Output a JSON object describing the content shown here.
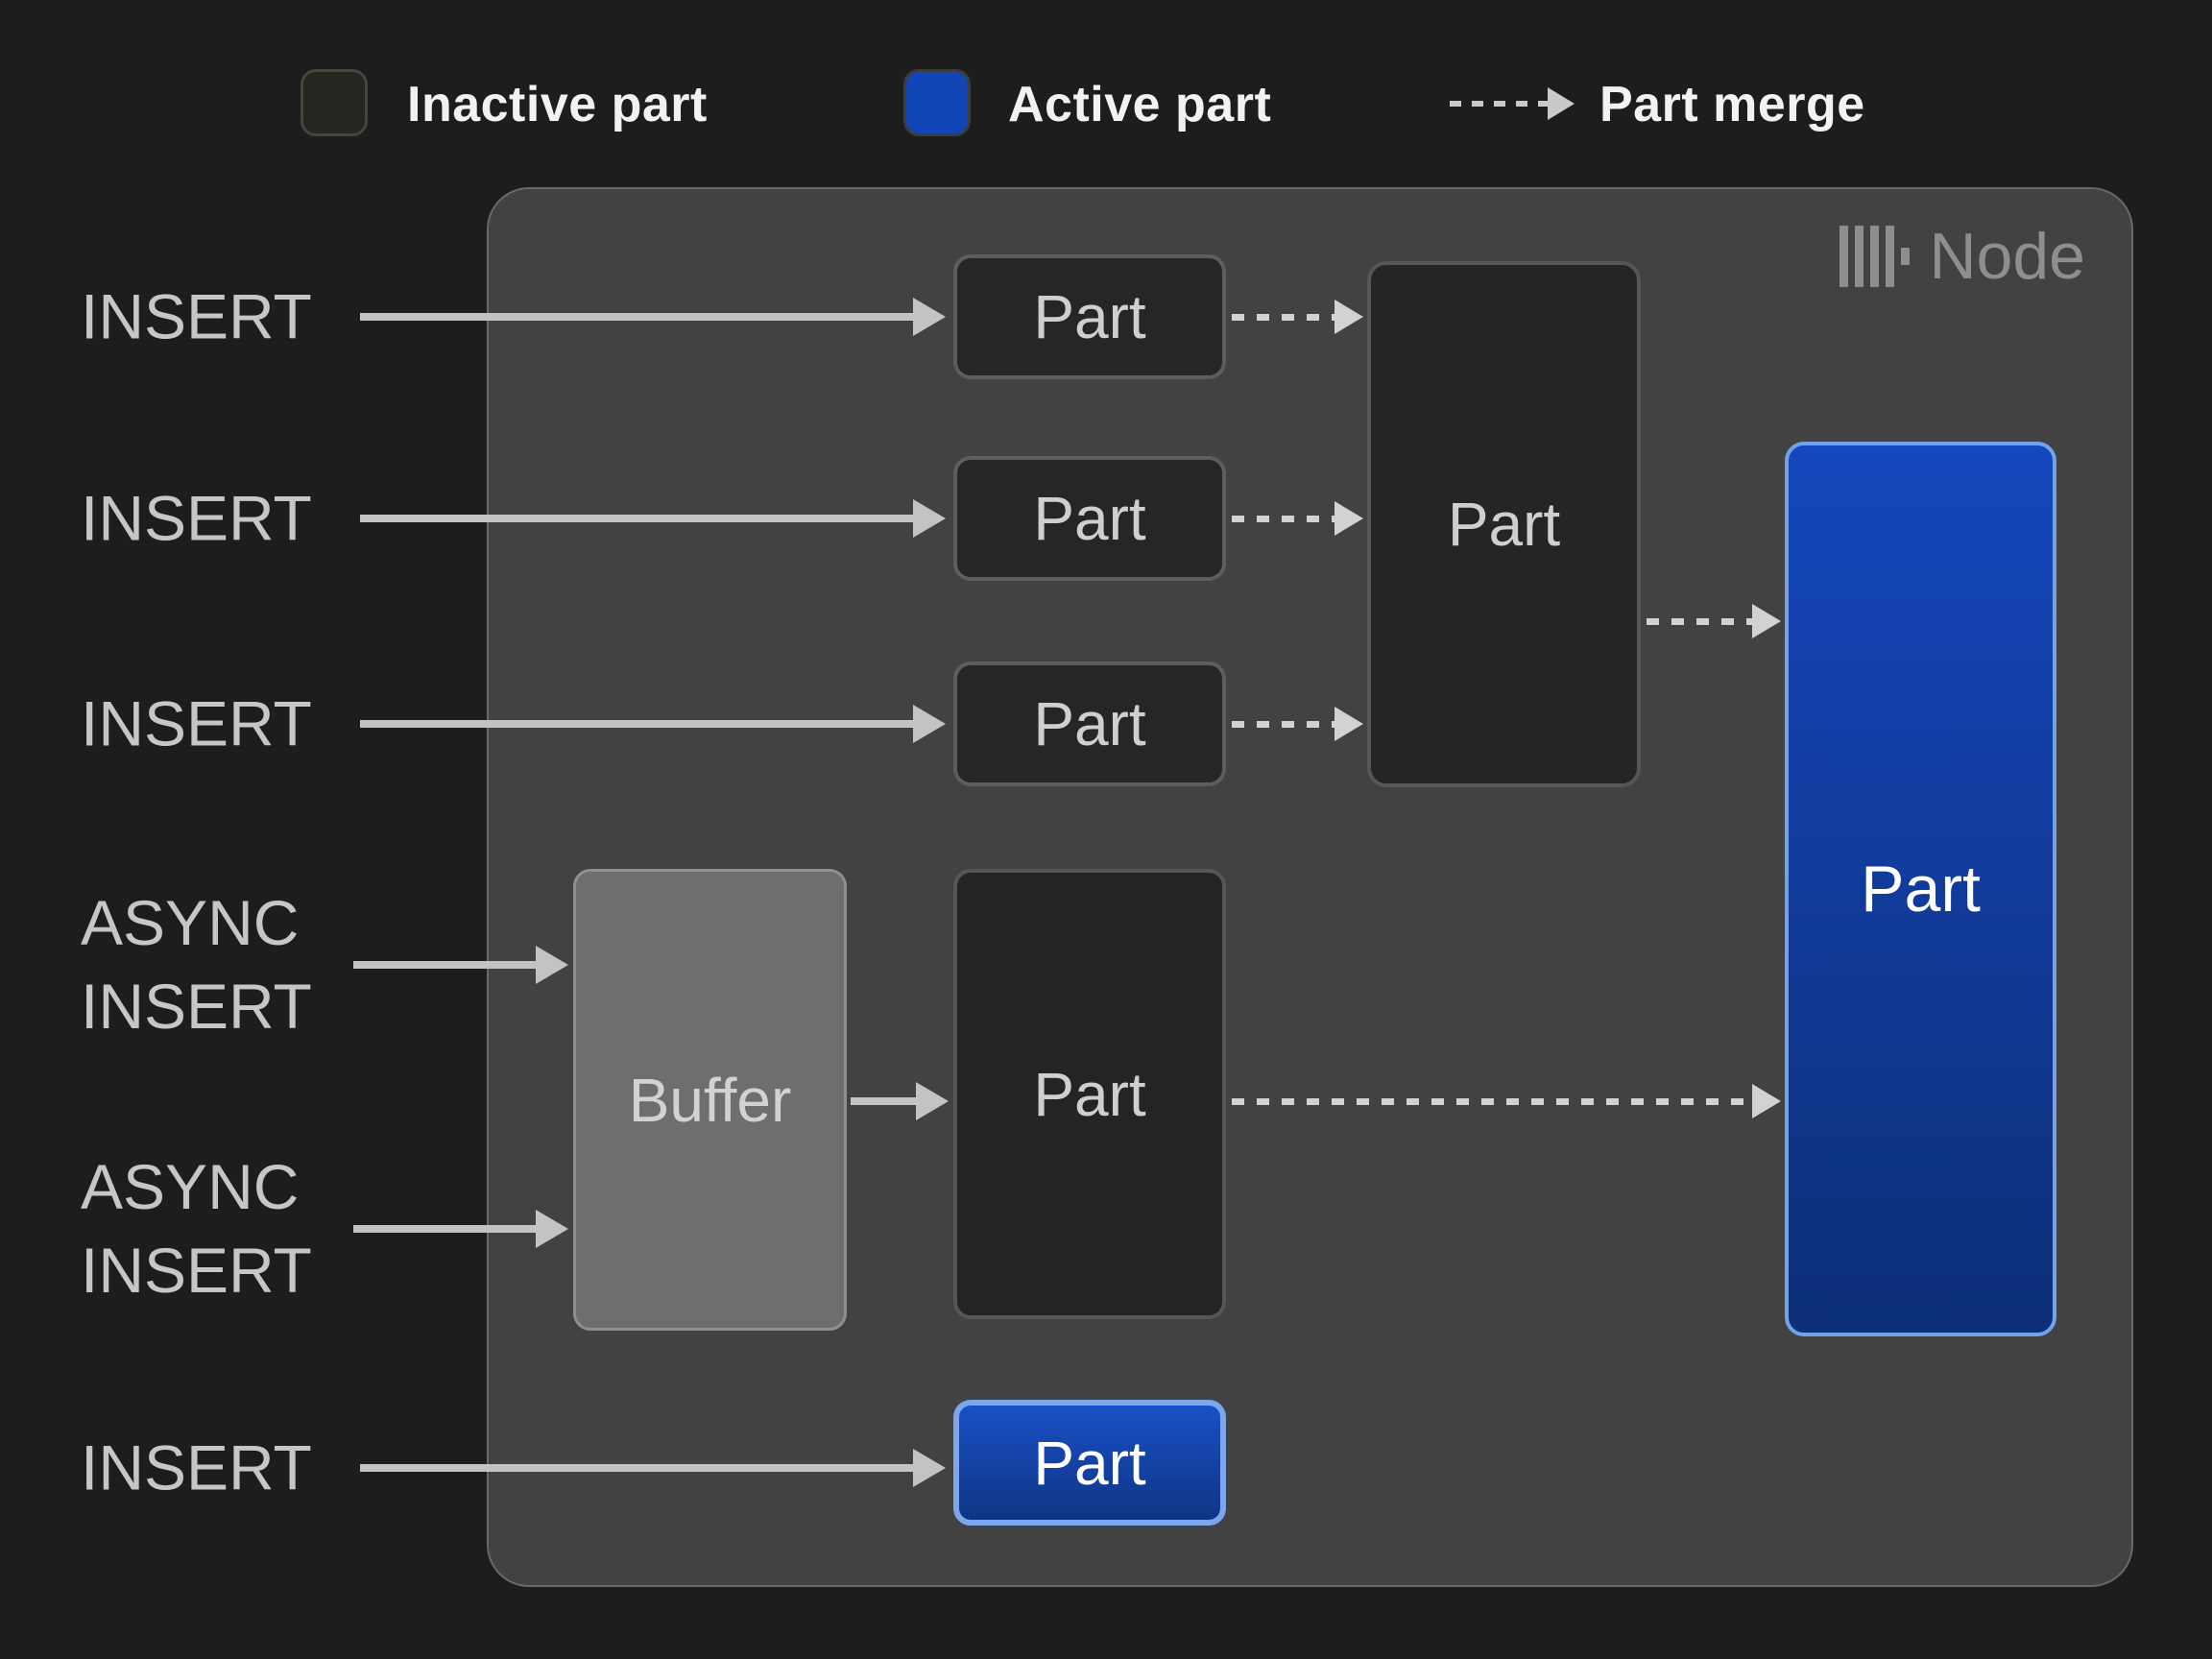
{
  "legend": {
    "inactive_label": "Inactive part",
    "active_label": "Active part",
    "merge_label": "Part merge"
  },
  "node": {
    "title": "Node",
    "logo_icon": "clickhouse-logo"
  },
  "io_labels": {
    "insert_1": "INSERT",
    "insert_2": "INSERT",
    "insert_3": "INSERT",
    "async_insert_1": "ASYNC\nINSERT",
    "async_insert_2": "ASYNC\nINSERT",
    "insert_4": "INSERT"
  },
  "parts": {
    "small": [
      "Part",
      "Part",
      "Part"
    ],
    "merged": "Part",
    "buffer": "Buffer",
    "async": "Part",
    "active_large": "Part",
    "active_small": "Part"
  },
  "colors": {
    "background": "#1d1d1d",
    "node_background": "#424242",
    "inactive_part_fill": "#262626",
    "inactive_part_border": "#5d5d5d",
    "buffer_fill": "#6e6e6e",
    "active_blue": "#1245b5",
    "active_gradient_top": "#1547bd",
    "active_gradient_bottom": "#0d2f78",
    "active_border": "#73a1ea",
    "solid_arrow": "#c3c3c3",
    "dashed_arrow": "#d2d2d2"
  }
}
